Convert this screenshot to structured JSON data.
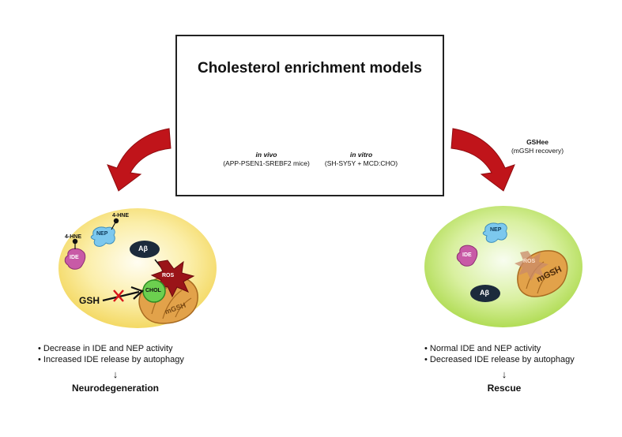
{
  "title": "Cholesterol enrichment models",
  "models": {
    "in_vivo": {
      "label": "in vivo",
      "detail": "(APP-PSEN1-SREBF2 mice)"
    },
    "in_vitro": {
      "label": "in vitro",
      "detail": "(SH-SY5Y + MCD:CHO)"
    }
  },
  "treatment": {
    "label": "GSHee",
    "detail": "(mGSH recovery)"
  },
  "left_cell": {
    "hne_top": "4-HNE",
    "hne_left": "4-HNE",
    "nep": "NEP",
    "ide": "IDE",
    "abeta": "Aβ",
    "ros": "ROS",
    "chol": "CHOL",
    "gsh": "GSH",
    "mgsh": "mGSH"
  },
  "right_cell": {
    "nep": "NEP",
    "ide": "IDE",
    "abeta": "Aβ",
    "ros": "ROS",
    "mgsh": "mGSH"
  },
  "left_bullets": [
    "• Decrease in IDE and NEP activity",
    "• Increased IDE release by autophagy"
  ],
  "left_outcome": "Neurodegeneration",
  "right_bullets": [
    "• Normal IDE and NEP activity",
    "• Decreased IDE release by autophagy"
  ],
  "right_outcome": "Rescue",
  "colors": {
    "arrow_red": "#c0141a",
    "left_cell": "#f7e27a",
    "right_cell": "#b6e05a",
    "mito": "#e2a24a",
    "ros": "#9a1418",
    "chol": "#6ccf4f",
    "nep": "#7cc8ee",
    "ide": "#c85aa6",
    "abeta": "#1c2b3c"
  }
}
